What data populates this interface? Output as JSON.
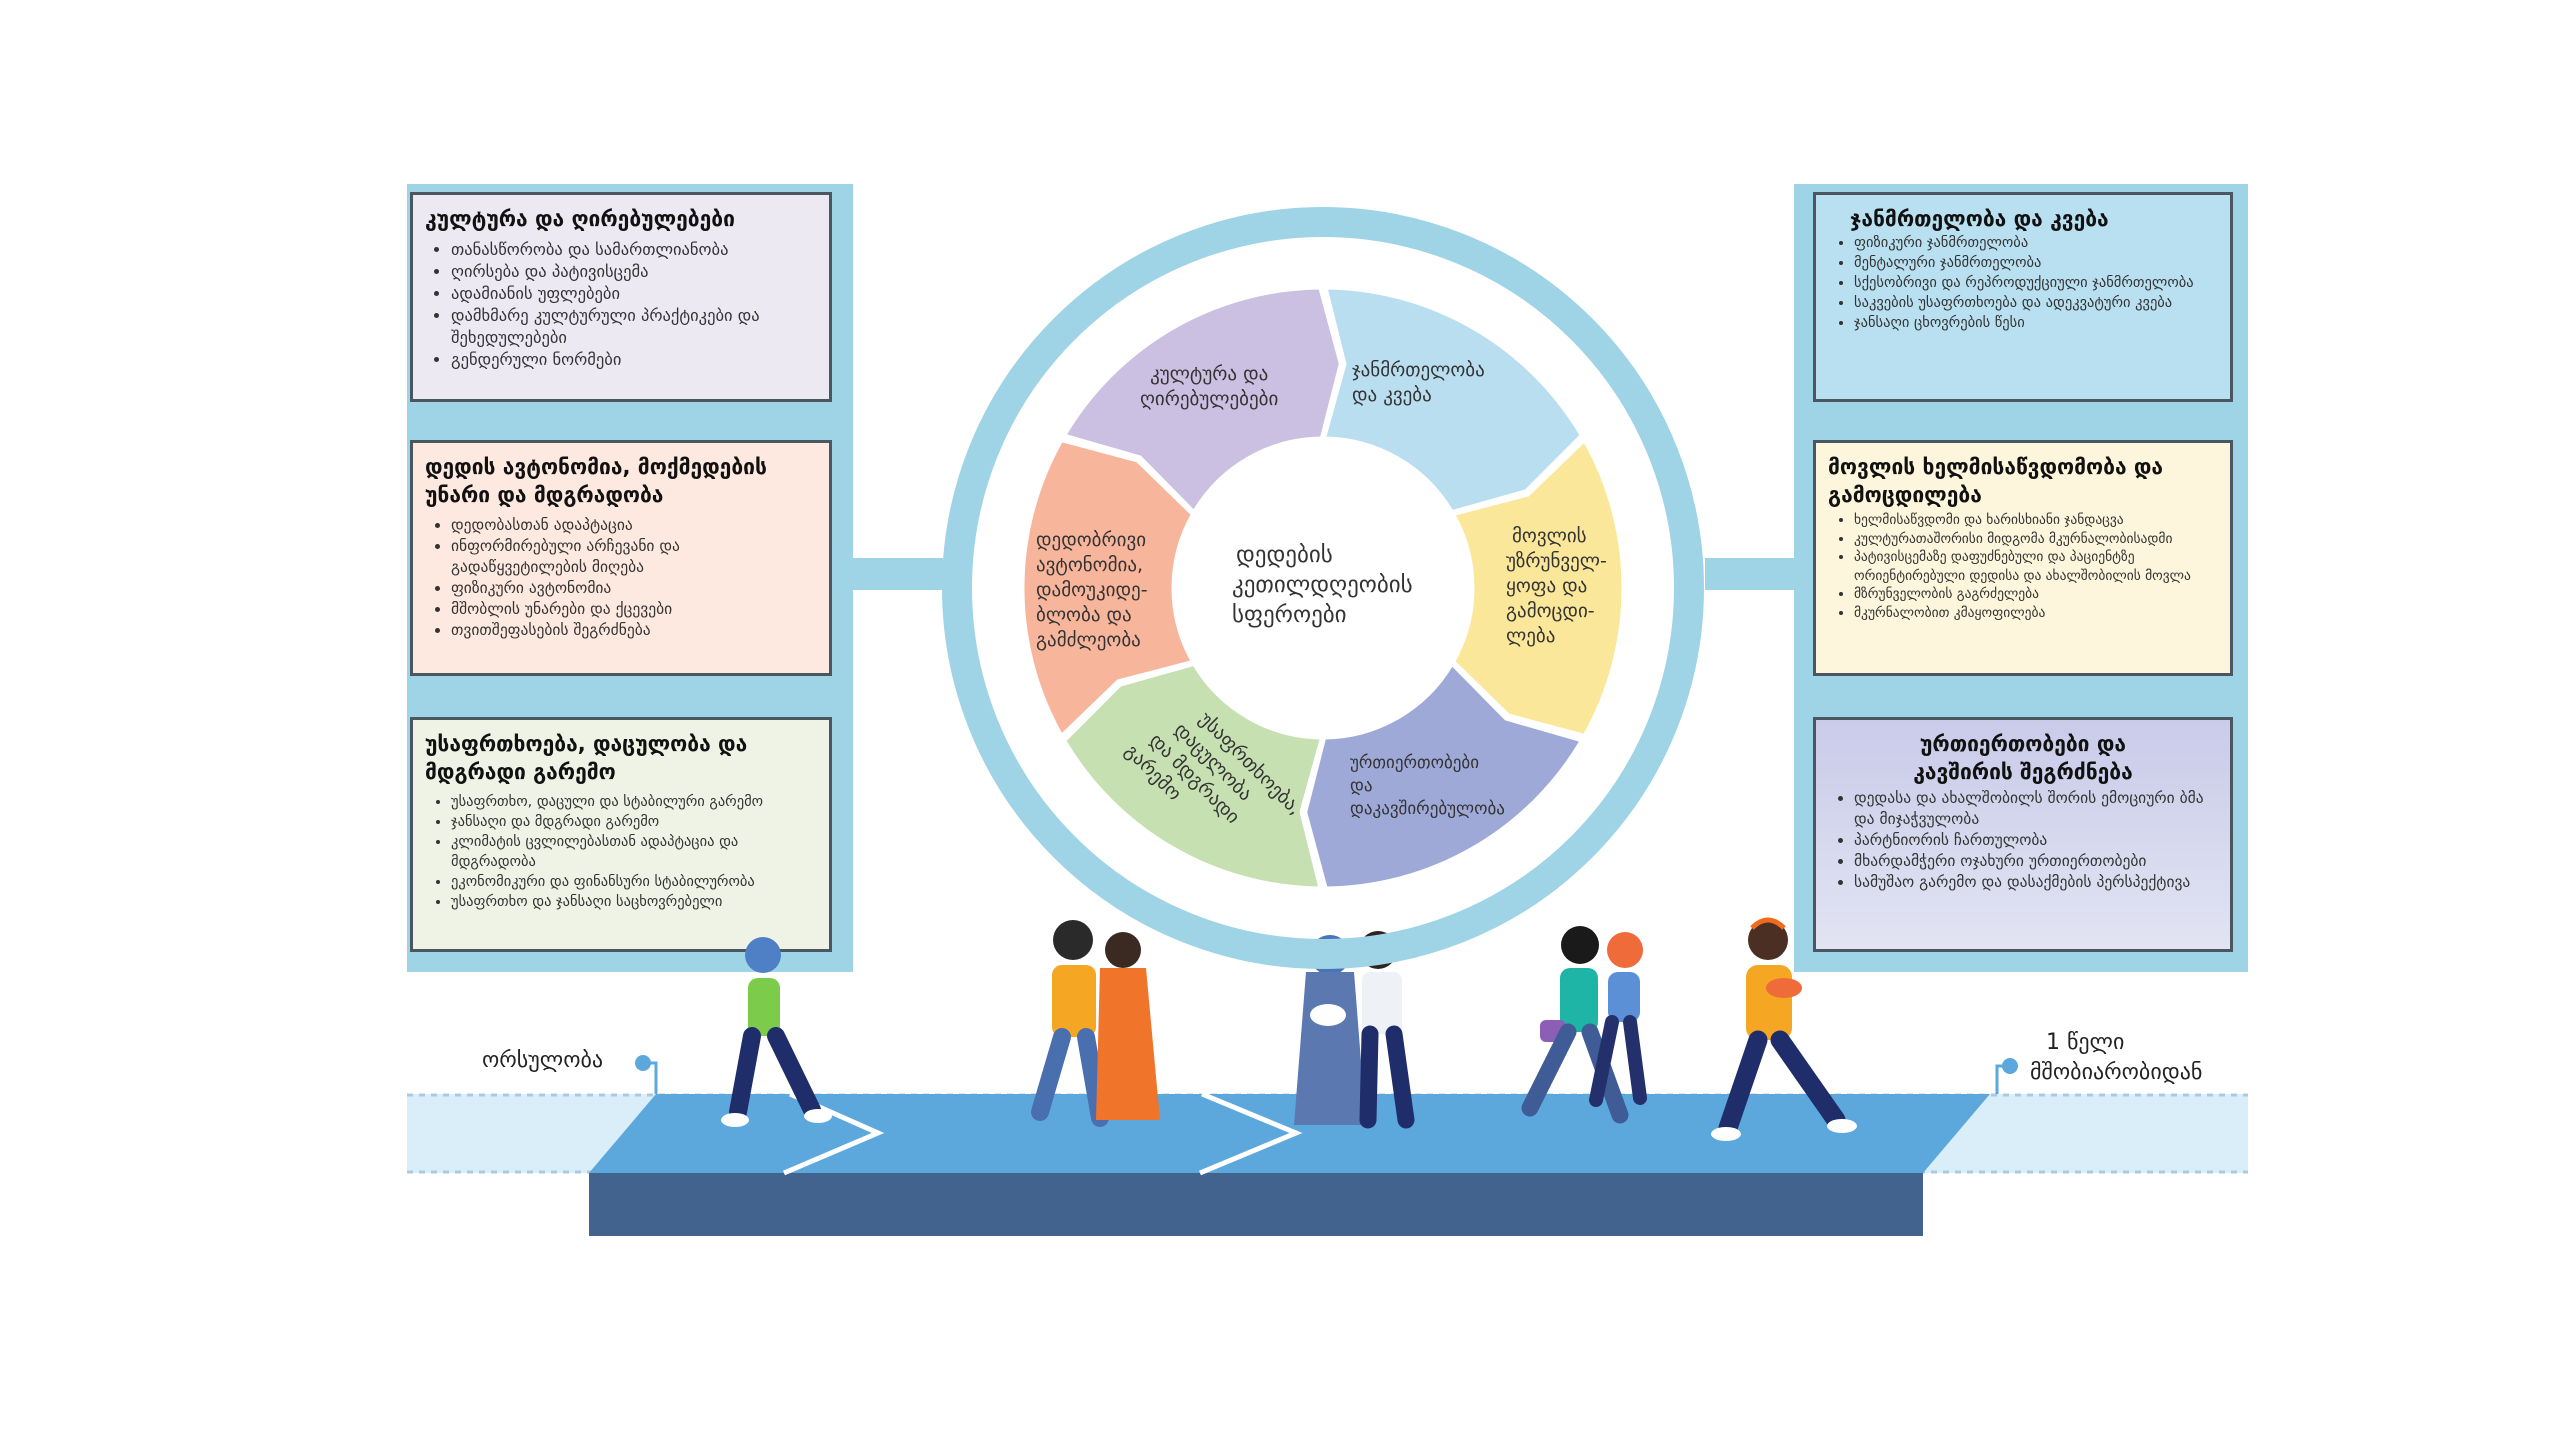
{
  "left_boxes": [
    {
      "title": "კულტურა და ღირებულებები",
      "items": [
        "თანასწორობა და სამართლიანობა",
        "ღირსება და პატივისცემა",
        "ადამიანის უფლებები",
        "დამხმარე კულტურული პრაქტიკები და შეხედულებები",
        "გენდერული ნორმები"
      ]
    },
    {
      "title": "დედის ავტონომია, მოქმედების უნარი და მდგრადობა",
      "items": [
        "დედობასთან ადაპტაცია",
        "ინფორმირებული არჩევანი და გადაწყვეტილების მიღება",
        "ფიზიკური ავტონომია",
        "მშობლის უნარები და ქცევები",
        "თვითშეფასების შეგრძნება"
      ]
    },
    {
      "title": "უსაფრთხოება, დაცულობა და მდგრადი გარემო",
      "items": [
        "უსაფრთხო, დაცული და სტაბილური გარემო",
        "ჯანსაღი და მდგრადი გარემო",
        "კლიმატის ცვლილებასთან ადაპტაცია და მდგრადობა",
        "ეკონომიკური და ფინანსური სტაბილურობა",
        "უსაფრთხო და ჯანსაღი საცხოვრებელი"
      ]
    }
  ],
  "right_boxes": [
    {
      "title": "ჯანმრთელობა და კვება",
      "items": [
        "ფიზიკური ჯანმრთელობა",
        "მენტალური ჯანმრთელობა",
        "სქესობრივი და რეპროდუქციული ჯანმრთელობა",
        "საკვების უსაფრთხოება და ადეკვატური კვება",
        "ჯანსაღი ცხოვრების წესი"
      ]
    },
    {
      "title": "მოვლის ხელმისაწვდომობა და გამოცდილება",
      "items": [
        "ხელმისაწვდომი და ხარისხიანი ჯანდაცვა",
        "კულტურათაშორისი მიდგომა მკურნალობისადმი",
        "პატივისცემაზე დაფუძნებული და პაციენტზე ორიენტირებული დედისა და ახალშობილის მოვლა",
        "მზრუნველობის გაგრძელება",
        "მკურნალობით კმაყოფილება"
      ]
    },
    {
      "title": "ურთიერთობები და კავშირის შეგრძნება",
      "items": [
        "დედასა და ახალშობილს შორის ემოციური ბმა და მიჯაჭვულობა",
        "პარტნიორის ჩართულობა",
        "მხარდამჭერი ოჯახური ურთიერთობები",
        "სამუშაო გარემო და დასაქმების პერსპექტივა"
      ]
    }
  ],
  "wheel": {
    "center_lines": [
      "დედების",
      "კეთილდღეობის",
      "სფეროები"
    ],
    "segments": [
      {
        "id": "health",
        "lines": [
          "ჯანმრთელობა",
          "და კვება"
        ],
        "color": "#b8def0"
      },
      {
        "id": "care",
        "lines": [
          "მოვლის",
          "უზრუნველ-",
          "ყოფა და",
          "გამოცდი-",
          "ლება"
        ],
        "color": "#fbe79a"
      },
      {
        "id": "relationships",
        "lines": [
          "ურთიერთობები",
          "და",
          "დაკავშირებულობა"
        ],
        "color": "#9ea9d8"
      },
      {
        "id": "safety",
        "lines": [
          "უსაფრთხოება,",
          "დაცულობა",
          "და მდგრადი",
          "გარემო"
        ],
        "color": "#c7e0b2"
      },
      {
        "id": "autonomy",
        "lines": [
          "დედობრივი",
          "ავტონომია,",
          "დამოუკიდე-",
          "ბლობა და",
          "გამძლეობა"
        ],
        "color": "#f7b59c"
      },
      {
        "id": "culture",
        "lines": [
          "კულტურა და",
          "ღირებულებები"
        ],
        "color": "#cbc0e1"
      }
    ],
    "ring_color": "#9fd4e7"
  },
  "timeline": {
    "start_label": "ორსულობა",
    "end_label_lines": [
      "1 წელი",
      "მშობიარობიდან"
    ],
    "road_color": "#5ca8dd",
    "road_side_color": "#43638f"
  }
}
